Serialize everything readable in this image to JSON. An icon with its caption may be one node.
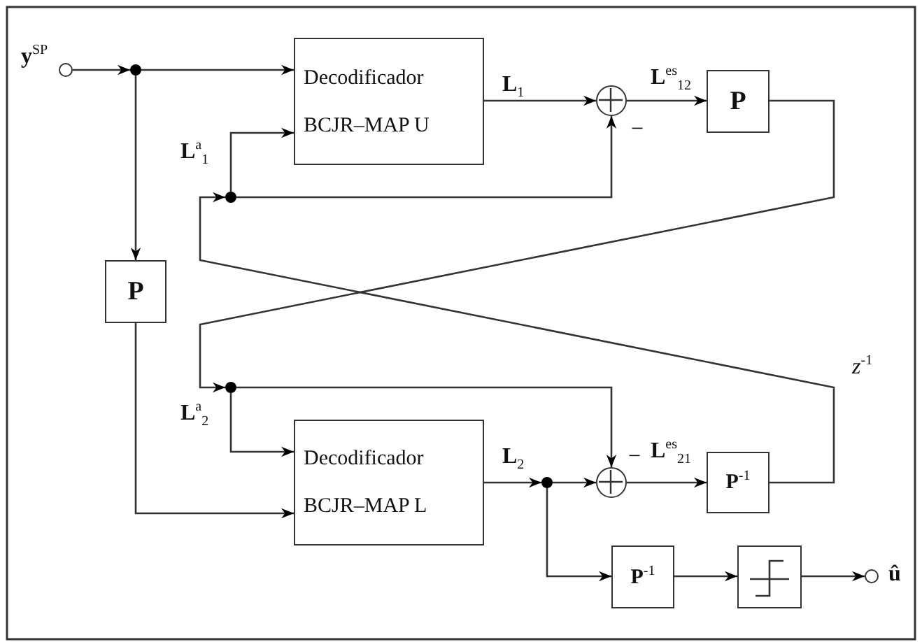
{
  "diagram": {
    "nodes": [
      {
        "text": [],
        "shape": "circle",
        "beside": [
          "**y**$^{SP}$"
        ]
      },
      {
        "text": [],
        "shape": "dot"
      },
      {
        "text": [
          "Decodificador BCJR–MAP U"
        ]
      },
      {
        "text": [],
        "shape": "dot"
      },
      {
        "text": [],
        "shape": "circle",
        "beside": [
          "−"
        ]
      },
      {
        "text": [
          "P"
        ]
      },
      {
        "text": [
          "P"
        ]
      },
      {
        "text": [],
        "shape": "dot"
      },
      {
        "text": [
          "Decodificador BCJR–MAP L"
        ]
      },
      {
        "text": [],
        "shape": "dot"
      },
      {
        "text": [],
        "shape": "circle",
        "beside": [
          "−"
        ]
      },
      {
        "text": [
          "**P**$^{-1}$"
        ]
      },
      {
        "text": [
          "**P**$^{-1}$"
        ]
      },
      {
        "text": [],
        "shape": "box"
      },
      {
        "text": [],
        "shape": "circle",
        "beside": [
          "û"
        ]
      }
    ],
    "edges": [
      {
        "from": 0,
        "to": 1,
        "arrow": "to"
      },
      {
        "from": 1,
        "to": 2,
        "arrow": "to"
      },
      {
        "from": 1,
        "to": 6,
        "arrow": "to"
      },
      {
        "from": 6,
        "to": 8,
        "arrow": "to"
      },
      {
        "from": 2,
        "to": 4,
        "arrow": "to",
        "label": "**L**$_{1}$"
      },
      {
        "from": 4,
        "to": 5,
        "arrow": "to",
        "label": "**L**$^{es}$$_{12}$"
      },
      {
        "from": 5,
        "to": 7,
        "arrow": "to"
      },
      {
        "from": 3,
        "to": 2,
        "arrow": "to",
        "label": "**L**$^{a}$$_{1}$"
      },
      {
        "from": 3,
        "to": 4,
        "arrow": "to"
      },
      {
        "from": 11,
        "to": 3,
        "arrow": "to",
        "label": "*z*$^{-1}$"
      },
      {
        "from": 7,
        "to": 8,
        "arrow": "to",
        "label": "**L**$^{a}$$_{2}$"
      },
      {
        "from": 7,
        "to": 10,
        "arrow": "to"
      },
      {
        "from": 8,
        "to": 9,
        "arrow": "to",
        "label": "**L**$_{2}$"
      },
      {
        "from": 9,
        "to": 10,
        "arrow": "to"
      },
      {
        "from": 10,
        "to": 11,
        "arrow": "to",
        "label": "**L**$^{es}$$_{21}$"
      },
      {
        "from": 9,
        "to": 12,
        "arrow": "to"
      },
      {
        "from": 12,
        "to": 13,
        "arrow": "to"
      },
      {
        "from": 13,
        "to": 14,
        "arrow": "to"
      }
    ]
  }
}
